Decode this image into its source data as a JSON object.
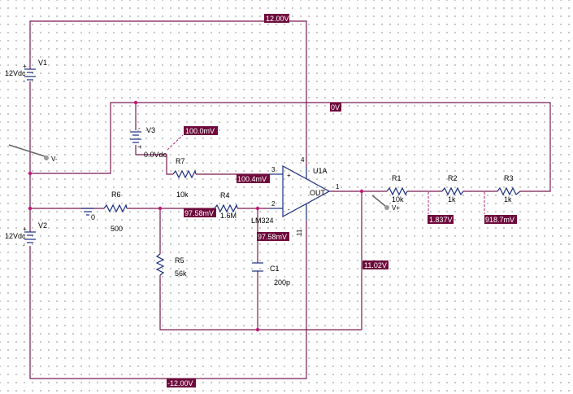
{
  "labels": {
    "vcc": "12.00V",
    "vee": "-12.00V",
    "top_node": "0V",
    "v3_node": "100.0mV",
    "r7_node": "100.4mV",
    "inverting_left": "97.58mV",
    "inverting_right": "97.58mV",
    "output": "11.02V",
    "r1r2": "1.837V",
    "r2r3": "918.7mV"
  },
  "parts": {
    "v1": {
      "name": "V1",
      "value": "12Vdc"
    },
    "v2": {
      "name": "V2",
      "value": "12Vdc"
    },
    "v3": {
      "name": "V3",
      "value": "0.0Vdc"
    },
    "r1": {
      "name": "R1",
      "value": "10k"
    },
    "r2": {
      "name": "R2",
      "value": "1k"
    },
    "r3": {
      "name": "R3",
      "value": "1k"
    },
    "r4": {
      "name": "R4",
      "value": "1.6M"
    },
    "r5": {
      "name": "R5",
      "value": "56k"
    },
    "r6": {
      "name": "R6",
      "value": "500"
    },
    "r7": {
      "name": "R7",
      "value": "10k"
    },
    "c1": {
      "name": "C1",
      "value": "200p"
    },
    "u1": {
      "name": "U1A",
      "model": "LM324",
      "out": "OUT",
      "plus": "+",
      "minus": "-"
    },
    "ground": "0"
  },
  "pins": {
    "p1": "1",
    "p2": "2",
    "p3": "3",
    "p4": "4",
    "p11": "11"
  },
  "probes": {
    "vminus": "V-",
    "vplus": "V+"
  },
  "colors": {
    "wire": "#7a1b52",
    "part": "#1a2d80",
    "label_bg": "#6e0a3c",
    "junction": "#c0187a"
  }
}
